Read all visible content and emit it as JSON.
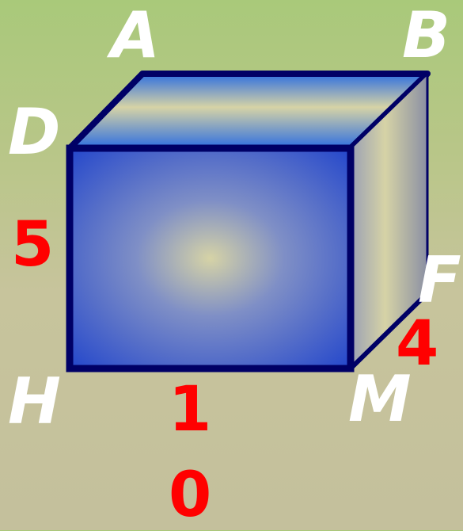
{
  "vertices": {
    "A": "A",
    "B": "B",
    "D": "D",
    "F": "F",
    "H": "H",
    "M": "M"
  },
  "dimensions": {
    "height": "5",
    "depth": "4",
    "width_line1": "1",
    "width_line2": "0"
  },
  "colors": {
    "background_top": "#a9c97a",
    "background_bottom": "#c4c09c",
    "edge": "#000066",
    "front_center": "#d6d3a6",
    "front_outer": "#1a3fcc",
    "vertex_label": "#ffffff",
    "dimension_label": "#ff0000"
  }
}
